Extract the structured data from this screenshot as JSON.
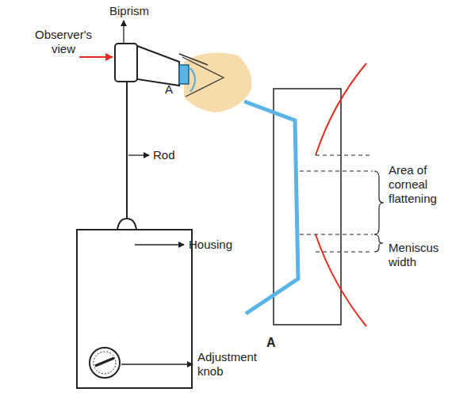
{
  "diagram": {
    "labels": [
      "Biprism",
      "Observer's view",
      "A",
      "Rod",
      "Housing",
      "Adjustment knob",
      "A",
      "Area of corneal flattening",
      "Meniscus width"
    ]
  }
}
